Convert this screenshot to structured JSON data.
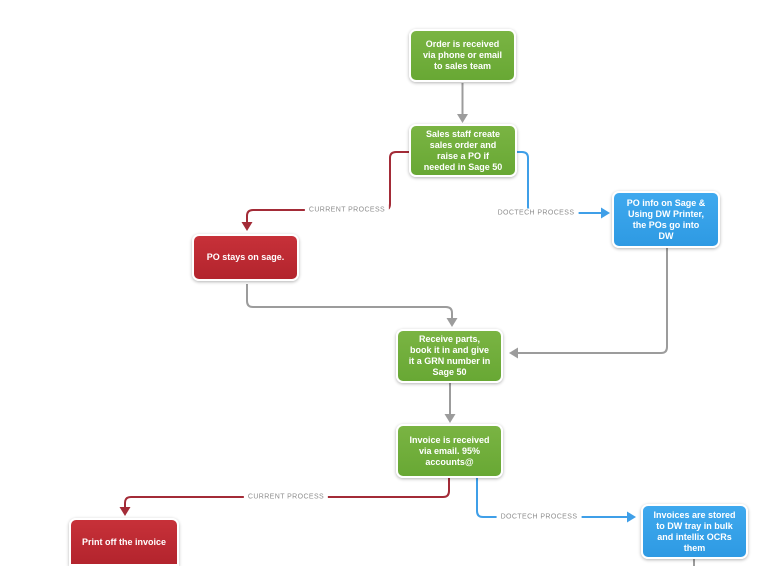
{
  "colors": {
    "node_green": "#6fae3b",
    "node_red": "#c02b33",
    "node_blue": "#38a3ea",
    "connector_gray": "#9c9c9c",
    "connector_red": "#a32b37",
    "connector_blue": "#3f9fe8",
    "edge_label_gray": "#8d8d8d"
  },
  "nodes": {
    "order_received": {
      "text": "Order is received\nvia phone or email\nto sales team"
    },
    "sales_staff": {
      "text": "Sales staff create\nsales order and\nraise a PO if\nneeded in Sage 50"
    },
    "po_stays": {
      "text": "PO stays on sage."
    },
    "po_info_dw": {
      "text": "PO info on Sage &\nUsing DW Printer,\nthe POs go into\nDW"
    },
    "receive_parts": {
      "text": "Receive parts,\nbook it in and give\nit a GRN number in\nSage 50"
    },
    "invoice_received": {
      "text": "Invoice is received\nvia email. 95%\naccounts@"
    },
    "print_invoice": {
      "text": "Print off the invoice"
    },
    "invoices_stored": {
      "text": "Invoices are stored\nto DW tray in bulk\nand intellix OCRs\nthem"
    }
  },
  "edge_labels": {
    "current_process": "CURRENT PROCESS",
    "doctech_process": "DOCTECH PROCESS"
  }
}
